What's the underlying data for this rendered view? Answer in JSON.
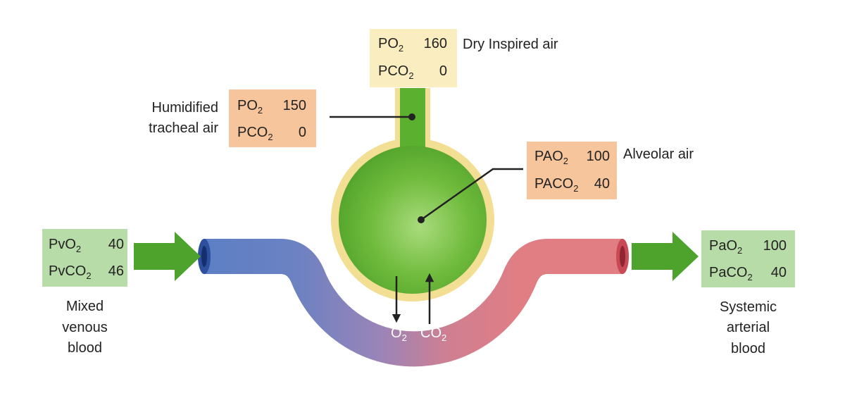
{
  "inspired": {
    "label": "Dry Inspired air",
    "po2_label": "PO",
    "po2_value": "160",
    "pco2_label": "PCO",
    "pco2_value": "0"
  },
  "tracheal": {
    "label_line1": "Humidified",
    "label_line2": "tracheal air",
    "po2_label": "PO",
    "po2_value": "150",
    "pco2_label": "PCO",
    "pco2_value": "0"
  },
  "alveolar": {
    "label": "Alveolar air",
    "po2_label": "PAO",
    "po2_value": "100",
    "pco2_label": "PACO",
    "pco2_value": "40"
  },
  "venous": {
    "label_line1": "Mixed",
    "label_line2": "venous",
    "label_line3": "blood",
    "po2_label": "PvO",
    "po2_value": "40",
    "pco2_label": "PvCO",
    "pco2_value": "46"
  },
  "arterial": {
    "label_line1": "Systemic",
    "label_line2": "arterial",
    "label_line3": "blood",
    "po2_label": "PaO",
    "po2_value": "100",
    "pco2_label": "PaCO",
    "pco2_value": "40"
  },
  "exchange": {
    "o2_label": "O",
    "co2_label": "CO",
    "subscript": "2"
  },
  "colors": {
    "alveolus_green": "#5cb030",
    "alveolus_rim": "#f2df94",
    "venous_blue": "#5c7fc4",
    "arterial_red": "#e07e84",
    "arrow_green": "#4da32b"
  }
}
